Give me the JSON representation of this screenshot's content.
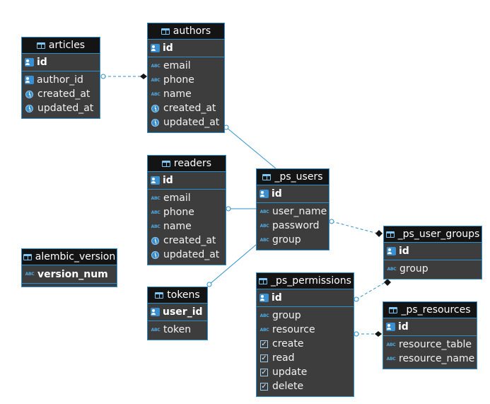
{
  "colors": {
    "border": "#2b90c9",
    "body": "#3d3d3d",
    "header": "#141414",
    "link": "#2b90c9"
  },
  "tables": {
    "articles": {
      "name": "articles",
      "pk": "id",
      "columns": [
        "author_id",
        "created_at",
        "updated_at"
      ]
    },
    "authors": {
      "name": "authors",
      "pk": "id",
      "columns": [
        "email",
        "phone",
        "name",
        "created_at",
        "updated_at"
      ]
    },
    "readers": {
      "name": "readers",
      "pk": "id",
      "columns": [
        "email",
        "phone",
        "name",
        "created_at",
        "updated_at"
      ]
    },
    "ps_users": {
      "name": "_ps_users",
      "pk": "id",
      "columns": [
        "user_name",
        "password",
        "group"
      ]
    },
    "ps_user_groups": {
      "name": "_ps_user_groups",
      "pk": "id",
      "columns": [
        "group"
      ]
    },
    "alembic_version": {
      "name": "alembic_version",
      "pk": "version_num",
      "columns": []
    },
    "tokens": {
      "name": "tokens",
      "pk": "user_id",
      "columns": [
        "token"
      ]
    },
    "ps_permissions": {
      "name": "_ps_permissions",
      "pk": "id",
      "columns": [
        "group",
        "resource",
        "create",
        "read",
        "update",
        "delete"
      ]
    },
    "ps_resources": {
      "name": "_ps_resources",
      "pk": "id",
      "columns": [
        "resource_table",
        "resource_name"
      ]
    }
  }
}
